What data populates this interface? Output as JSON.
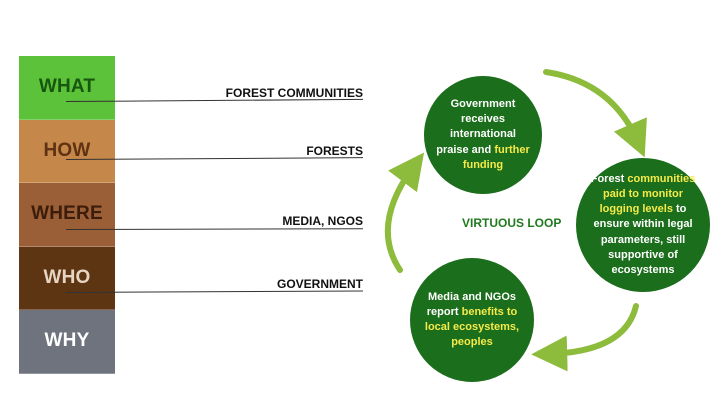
{
  "stack": [
    {
      "key": "what",
      "label": "WHAT"
    },
    {
      "key": "how",
      "label": "HOW"
    },
    {
      "key": "where",
      "label": "WHERE"
    },
    {
      "key": "who",
      "label": "WHO"
    },
    {
      "key": "why",
      "label": "WHY"
    }
  ],
  "row_labels": {
    "forest_communities": "FOREST COMMUNITIES",
    "forests": "FORESTS",
    "media_ngos": "MEDIA, NGOS",
    "government": "GOVERNMENT"
  },
  "loop": {
    "center_label": "VIRTUOUS LOOP",
    "government_node": {
      "text": "Government receives international praise and",
      "highlight": "further funding"
    },
    "communities_node": {
      "text_before": "Forest",
      "highlight": "communities paid to monitor logging levels",
      "text_after": "to ensure within legal parameters, still supportive of ecosystems"
    },
    "media_node": {
      "text_before": "Media and NGOs report",
      "highlight": "benefits to local ecosystems, peoples"
    }
  },
  "colors": {
    "circle_fill": "#1b6e1b",
    "highlight": "#f5ea4a",
    "arrow": "#8dbb3c",
    "what": "#5cc23a",
    "how": "#c6884a",
    "where": "#9a5f37",
    "who": "#5e3512",
    "why": "#6e737d"
  }
}
